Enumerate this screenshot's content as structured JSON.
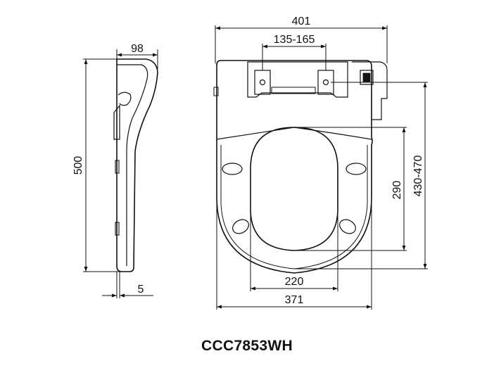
{
  "model_code": "CCC7853WH",
  "dimensions": {
    "side_top_depth": "98",
    "side_height": "500",
    "side_bottom_offset": "5",
    "overall_width": "401",
    "hinge_spacing": "135-165",
    "inner_length": "290",
    "bolt_to_front": "430-470",
    "inner_width": "220",
    "seat_width": "371"
  }
}
